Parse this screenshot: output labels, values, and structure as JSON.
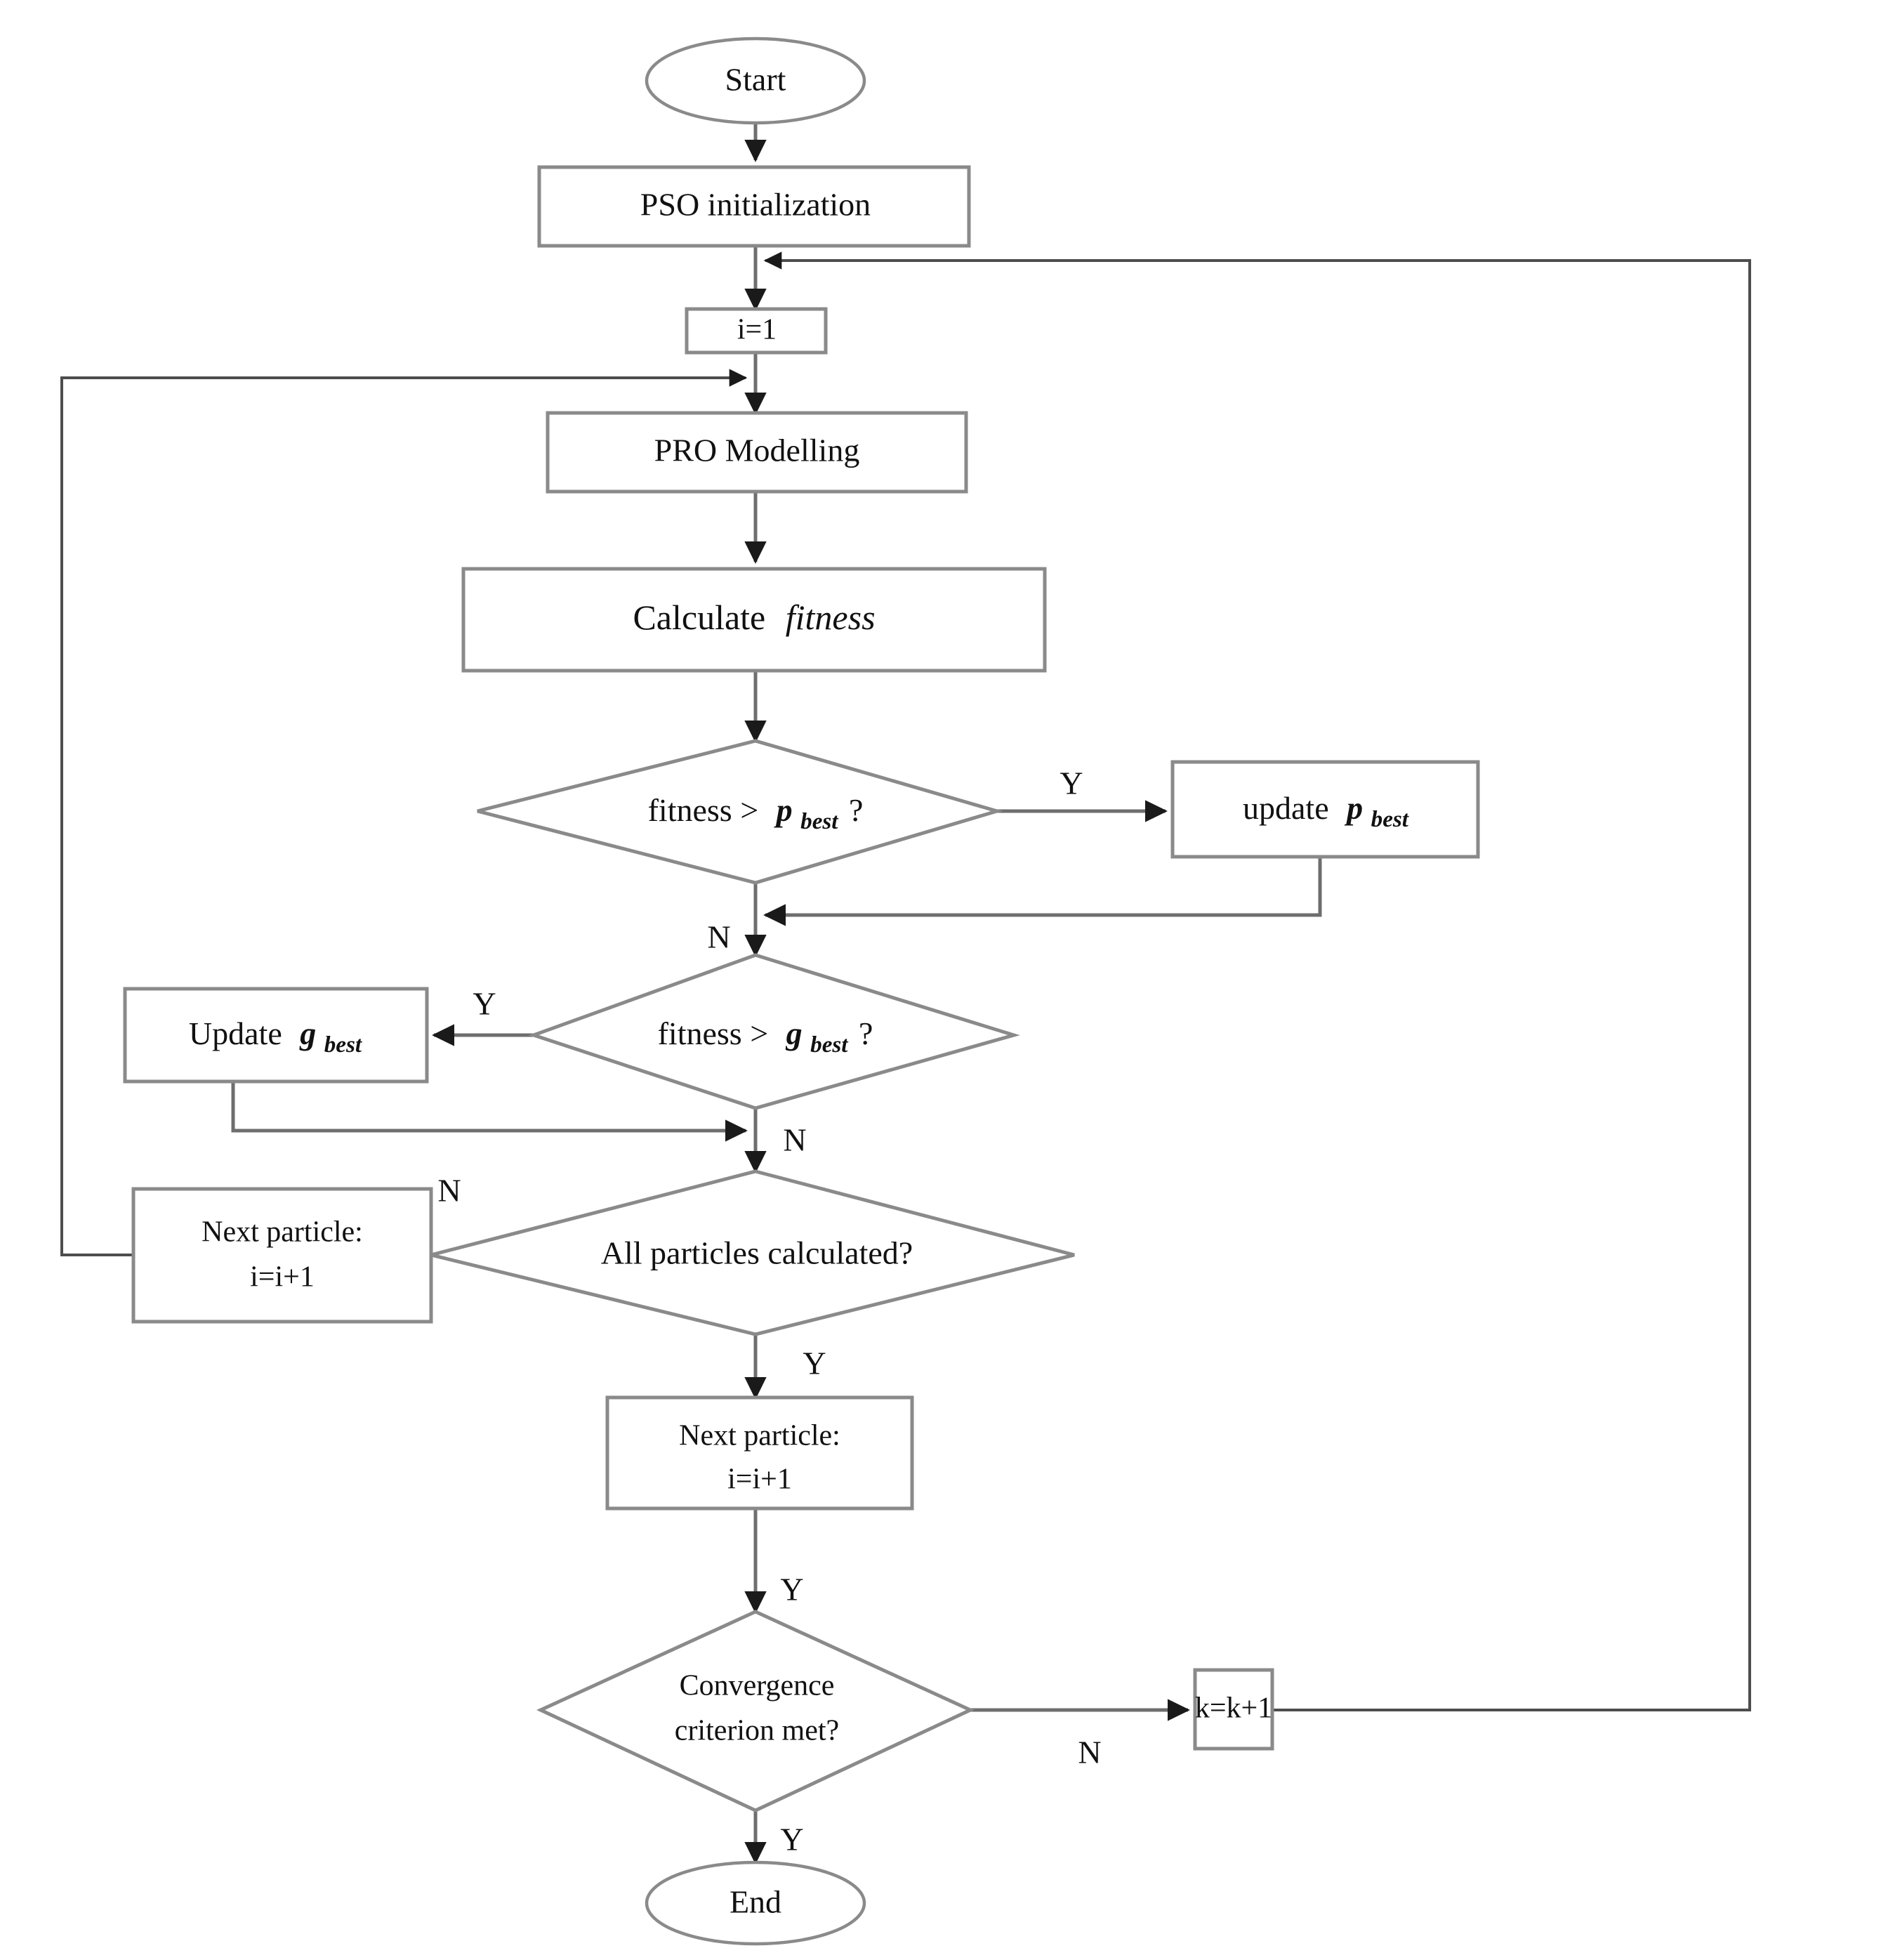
{
  "diagram": {
    "type": "flowchart",
    "title": "PSO-PRO optimization flowchart",
    "orientation": "top-to-bottom",
    "colors": {
      "background": "#ffffff",
      "shape_stroke": "#8a8a8a",
      "connector_stroke": "#6e6e6e",
      "text": "#111111"
    }
  },
  "nodes": {
    "start": {
      "id": "start",
      "shape": "ellipse",
      "label": "Start"
    },
    "pso_init": {
      "id": "pso_init",
      "shape": "process",
      "label": "PSO initialization"
    },
    "i_eq_1": {
      "id": "i_eq_1",
      "shape": "process",
      "label": "i=1"
    },
    "pro_modelling": {
      "id": "pro_modelling",
      "shape": "process",
      "label": "PRO Modelling"
    },
    "calc_fitness": {
      "id": "calc_fitness",
      "shape": "process",
      "label_plain": "Calculate",
      "label_italic": "fitness"
    },
    "fitness_gt_pbest": {
      "id": "fitness_gt_pbest",
      "shape": "decision",
      "label_plain": "fitness >",
      "label_var": "p",
      "label_sub": "best",
      "label_tail": "?"
    },
    "update_pbest": {
      "id": "update_pbest",
      "shape": "process",
      "label_plain": "update",
      "label_var": "p",
      "label_sub": "best"
    },
    "fitness_gt_gbest": {
      "id": "fitness_gt_gbest",
      "shape": "decision",
      "label_plain": "fitness >",
      "label_var": "g",
      "label_sub": "best",
      "label_tail": "?"
    },
    "update_gbest": {
      "id": "update_gbest",
      "shape": "process",
      "label_plain": "Update",
      "label_var": "g",
      "label_sub": "best"
    },
    "all_particles": {
      "id": "all_particles",
      "shape": "decision",
      "label": "All particles calculated?"
    },
    "next_particle_left": {
      "id": "next_particle_left",
      "shape": "process",
      "line1": "Next particle:",
      "line2": "i=i+1"
    },
    "next_particle_mid": {
      "id": "next_particle_mid",
      "shape": "process",
      "line1": "Next particle:",
      "line2": "i=i+1"
    },
    "convergence": {
      "id": "convergence",
      "shape": "decision",
      "line1": "Convergence",
      "line2": "criterion met?"
    },
    "k_eq_k1": {
      "id": "k_eq_k1",
      "shape": "process",
      "label": "k=k+1"
    },
    "end": {
      "id": "end",
      "shape": "ellipse",
      "label": "End"
    }
  },
  "branch_labels": {
    "pbest_yes": "Y",
    "pbest_no": "N",
    "gbest_yes": "Y",
    "gbest_no": "N",
    "all_particles_no": "N",
    "all_particles_yes": "Y",
    "next_particle_mid_out": "Y",
    "convergence_no": "N",
    "convergence_yes": "Y"
  },
  "edges": [
    {
      "from": "start",
      "to": "pso_init",
      "label": ""
    },
    {
      "from": "pso_init",
      "to": "i_eq_1",
      "label": ""
    },
    {
      "from": "i_eq_1",
      "to": "pro_modelling",
      "label": ""
    },
    {
      "from": "pro_modelling",
      "to": "calc_fitness",
      "label": ""
    },
    {
      "from": "calc_fitness",
      "to": "fitness_gt_pbest",
      "label": ""
    },
    {
      "from": "fitness_gt_pbest",
      "to": "update_pbest",
      "label": "Y"
    },
    {
      "from": "fitness_gt_pbest",
      "to": "fitness_gt_gbest",
      "label": "N"
    },
    {
      "from": "update_pbest",
      "to": "fitness_gt_gbest",
      "label": ""
    },
    {
      "from": "fitness_gt_gbest",
      "to": "update_gbest",
      "label": "Y"
    },
    {
      "from": "fitness_gt_gbest",
      "to": "all_particles",
      "label": "N"
    },
    {
      "from": "update_gbest",
      "to": "all_particles",
      "label": ""
    },
    {
      "from": "all_particles",
      "to": "next_particle_left",
      "label": "N"
    },
    {
      "from": "next_particle_left",
      "to": "pro_modelling",
      "label": ""
    },
    {
      "from": "all_particles",
      "to": "next_particle_mid",
      "label": "Y"
    },
    {
      "from": "next_particle_mid",
      "to": "convergence",
      "label": "Y"
    },
    {
      "from": "convergence",
      "to": "k_eq_k1",
      "label": "N"
    },
    {
      "from": "k_eq_k1",
      "to": "i_eq_1",
      "label": ""
    },
    {
      "from": "convergence",
      "to": "end",
      "label": "Y"
    }
  ]
}
